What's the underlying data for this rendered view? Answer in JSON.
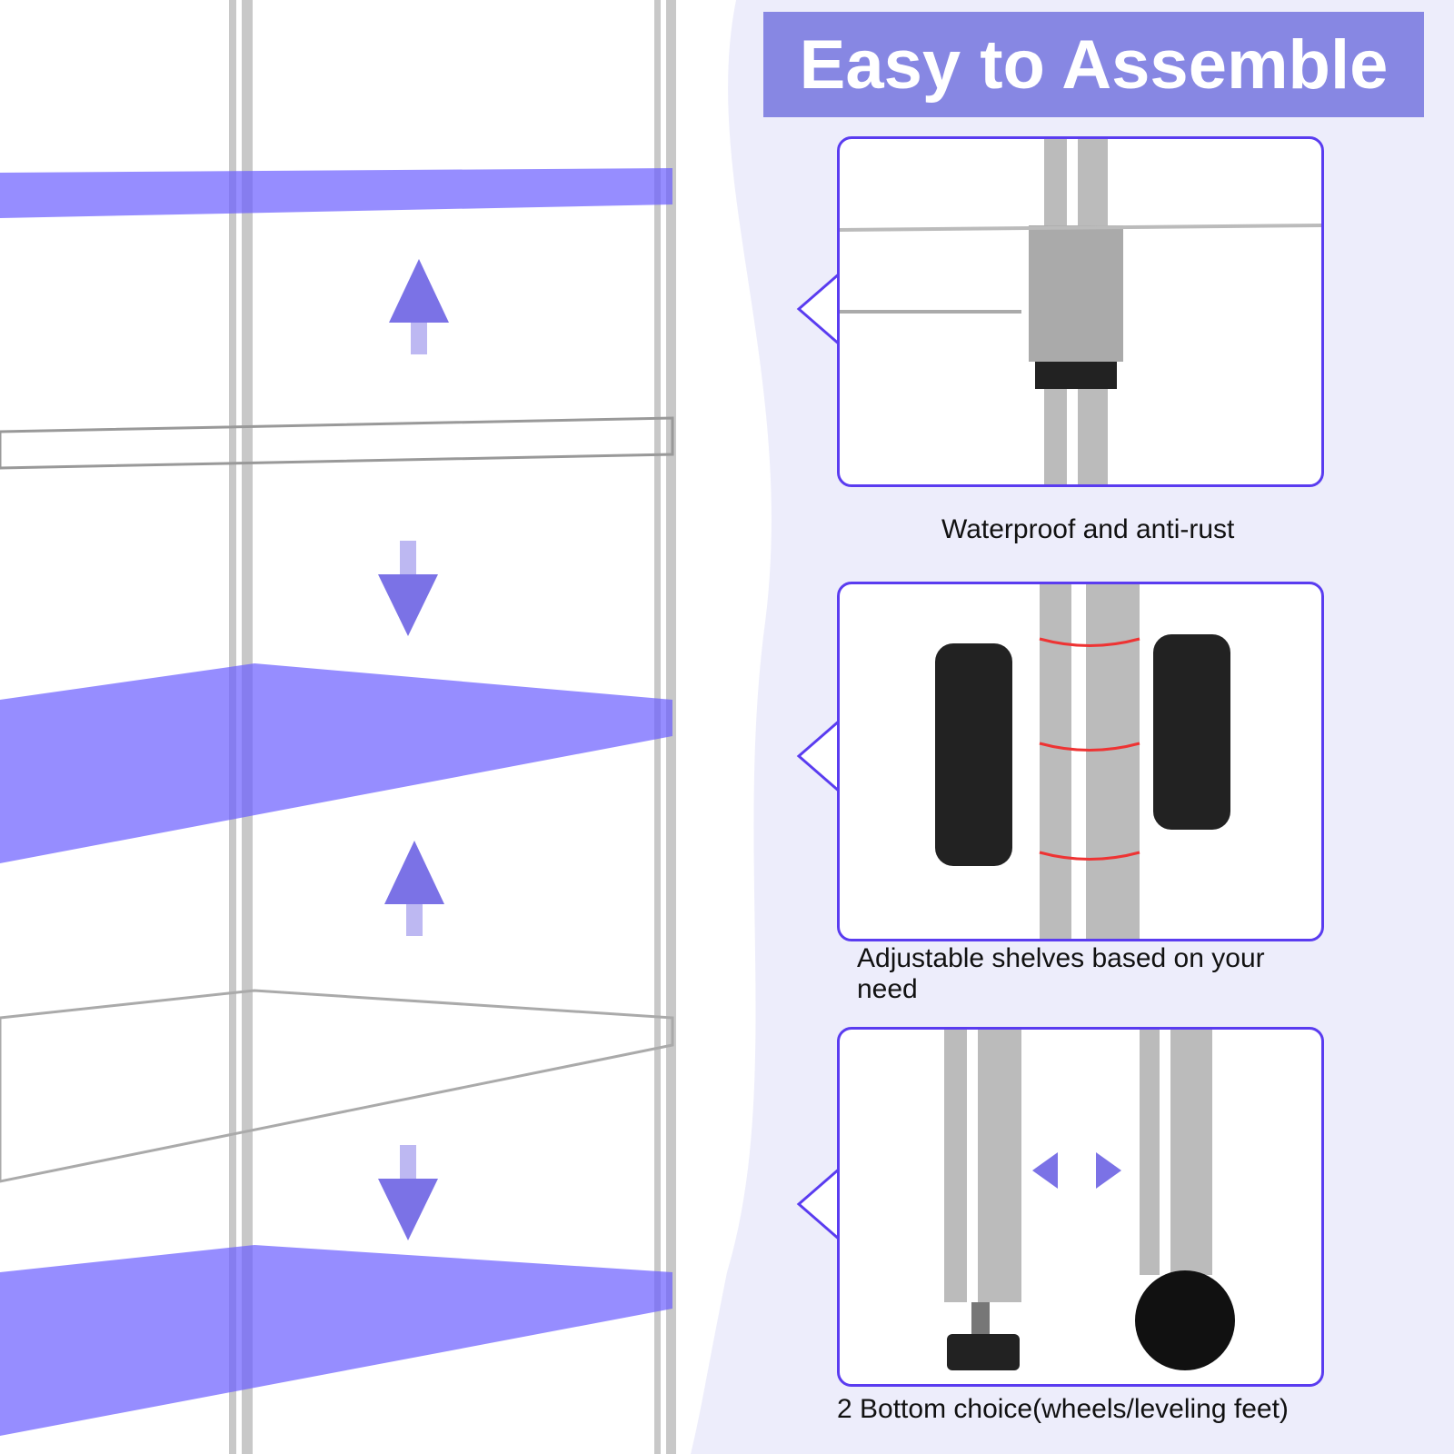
{
  "banner": {
    "title": "Easy to Assemble"
  },
  "features": [
    {
      "caption": "Waterproof and anti-rust"
    },
    {
      "caption_line1": "Adjustable shelves based on your",
      "caption_line2": "need"
    },
    {
      "caption": "2 Bottom choice(wheels/leveling feet)"
    }
  ],
  "colors": {
    "accent": "#5a3cf0",
    "banner": "#8787e3",
    "background": "#ededfb",
    "shelf_highlight": "#6a5cff"
  }
}
